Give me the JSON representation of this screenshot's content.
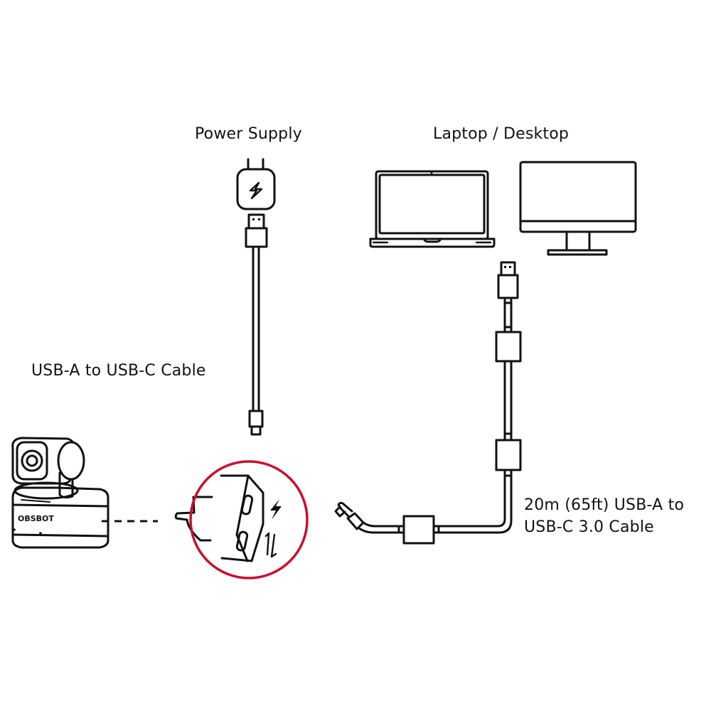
{
  "labels": {
    "power_supply": "Power Supply",
    "laptop_desktop": "Laptop / Desktop",
    "usb_a_to_c_cable": "USB-A to USB-C Cable",
    "long_cable_line1": "20m (65ft) USB-A to",
    "long_cable_line2": "USB-C 3.0 Cable"
  },
  "camera": {
    "brand": "OBSBOT"
  },
  "colors": {
    "highlight_circle": "#c8102e",
    "line": "#111111"
  },
  "icons": [
    "power-adapter-icon",
    "lightning-bolt-icon",
    "laptop-icon",
    "desktop-monitor-icon",
    "usb-a-plug-icon",
    "usb-c-plug-icon",
    "ferrite-core-icon",
    "webcam-icon",
    "dual-port-adapter-icon",
    "data-transfer-arrows-icon"
  ]
}
